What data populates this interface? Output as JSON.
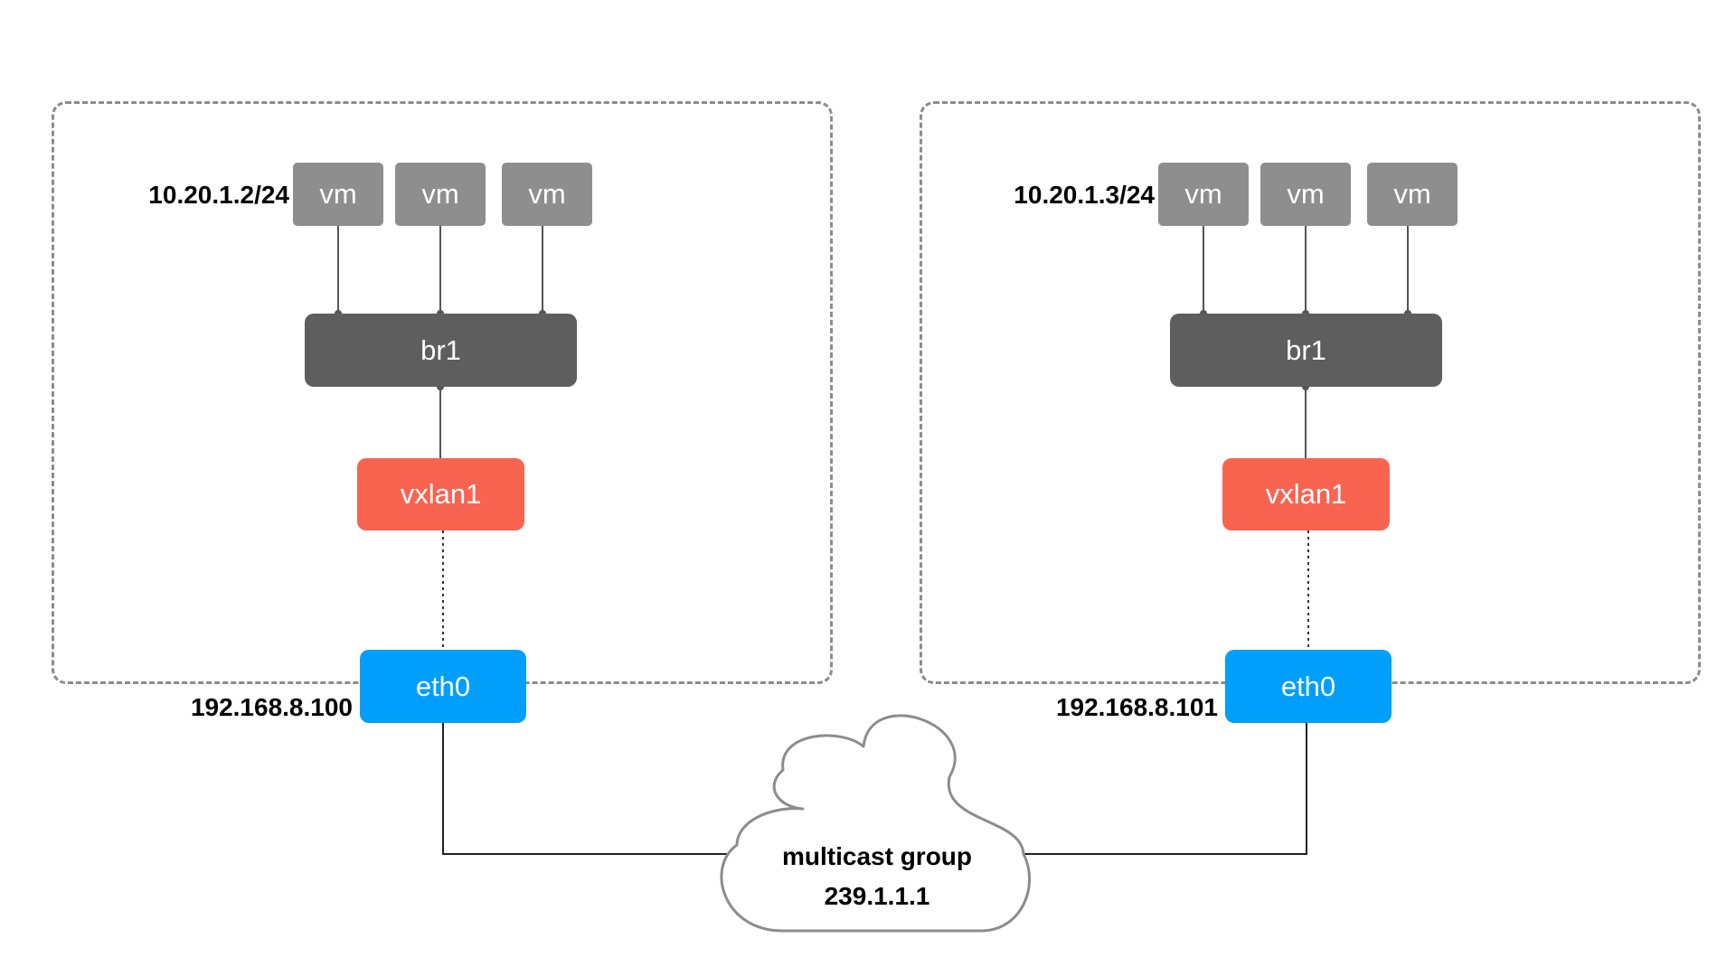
{
  "hosts": [
    {
      "subnet_label": "10.20.1.2/24",
      "vm_labels": [
        "vm",
        "vm",
        "vm"
      ],
      "bridge_label": "br1",
      "vxlan_label": "vxlan1",
      "eth_label": "eth0",
      "eth_ip": "192.168.8.100"
    },
    {
      "subnet_label": "10.20.1.3/24",
      "vm_labels": [
        "vm",
        "vm",
        "vm"
      ],
      "bridge_label": "br1",
      "vxlan_label": "vxlan1",
      "eth_label": "eth0",
      "eth_ip": "192.168.8.101"
    }
  ],
  "cloud": {
    "line1": "multicast group",
    "line2": "239.1.1.1"
  },
  "colors": {
    "vm": "#8e8e8e",
    "bridge": "#5e5e5e",
    "vxlan": "#f96451",
    "eth": "#009ffb",
    "host_border": "#8c8c8c"
  }
}
